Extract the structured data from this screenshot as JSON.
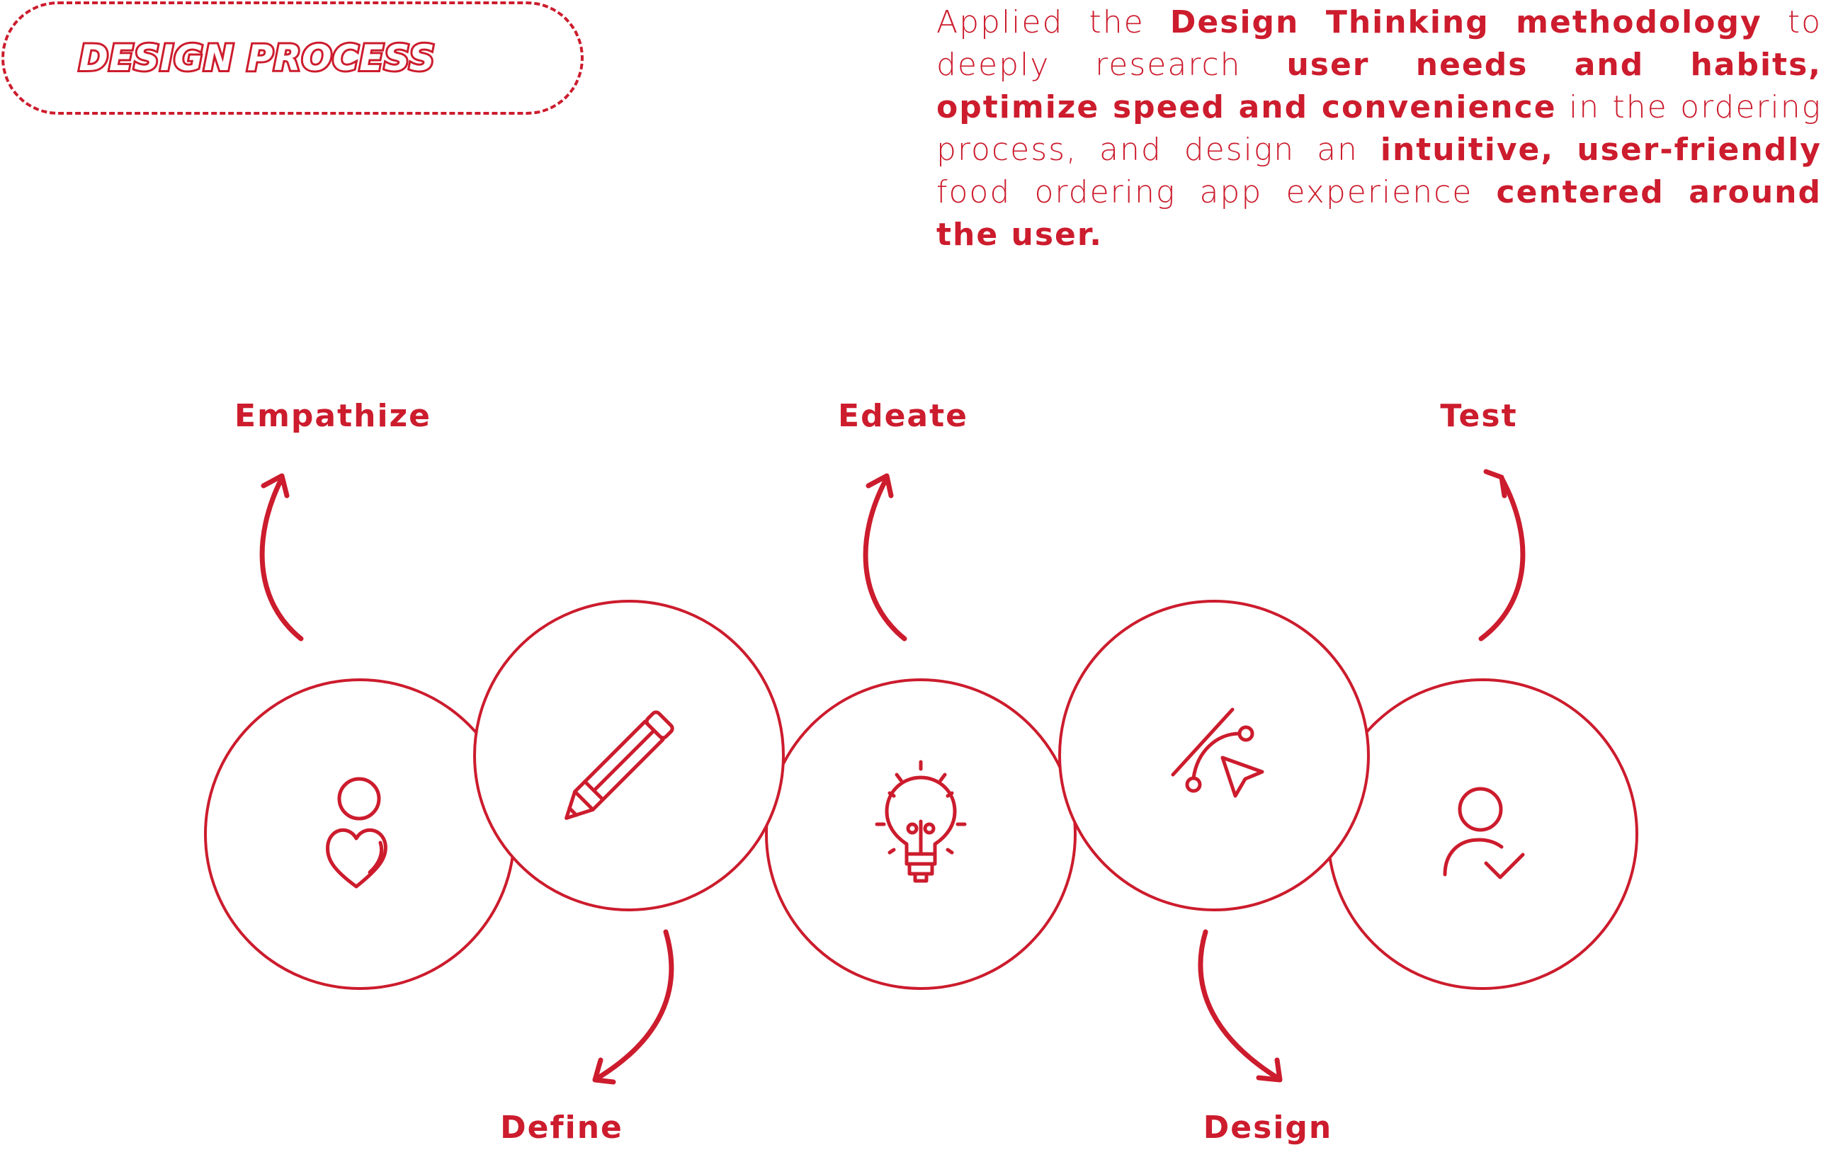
{
  "header": {
    "badge_label": "DESIGN PROCESS"
  },
  "intro": {
    "segments": [
      {
        "text": "Applied the ",
        "bold": false
      },
      {
        "text": "Design Thinking methodology",
        "bold": true
      },
      {
        "text": " to deeply research ",
        "bold": false
      },
      {
        "text": "user needs and habits, optimize speed and convenience",
        "bold": true
      },
      {
        "text": " in the ordering process, and design an ",
        "bold": false
      },
      {
        "text": "intuitive, user-friendly",
        "bold": true
      },
      {
        "text": " food ordering app experience ",
        "bold": false
      },
      {
        "text": "centered around the user.",
        "bold": true
      }
    ]
  },
  "steps": [
    {
      "label": "Empathize",
      "icon": "person-heart-icon"
    },
    {
      "label": "Define",
      "icon": "pencil-icon"
    },
    {
      "label": "Edeate",
      "icon": "lightbulb-icon"
    },
    {
      "label": "Design",
      "icon": "vector-pen-cursor-icon"
    },
    {
      "label": "Test",
      "icon": "user-check-icon"
    }
  ],
  "colors": {
    "accent": "#cc1c2d",
    "background": "#ffffff"
  }
}
